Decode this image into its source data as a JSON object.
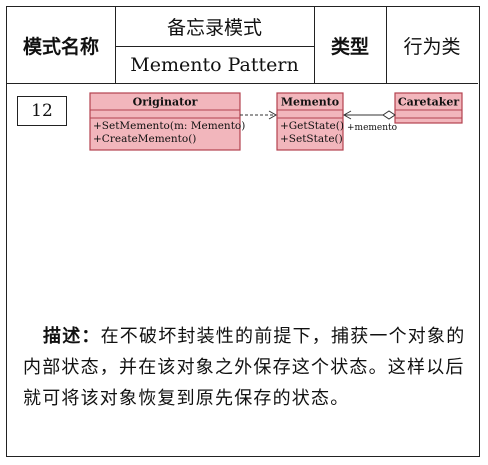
{
  "header": {
    "name_label": "模式名称",
    "pattern_cn": "备忘录模式",
    "pattern_en": "Memento Pattern",
    "type_label": "类型",
    "type_value": "行为类"
  },
  "number": "12",
  "diagram": {
    "classes": [
      {
        "id": "originator",
        "name": "Originator",
        "methods": [
          "+SetMemento(m: Memento)",
          "+CreateMemento()"
        ]
      },
      {
        "id": "memento",
        "name": "Memento",
        "methods": [
          "+GetState()",
          "+SetState()"
        ]
      },
      {
        "id": "caretaker",
        "name": "Caretaker",
        "methods": []
      }
    ],
    "association_label": "+memento",
    "colors": {
      "fill": "#f2b6bc",
      "stroke": "#b3424f",
      "line": "#333333"
    }
  },
  "description": {
    "label": "描述：",
    "text": "在不破坏封装性的前提下，捕获一个对象的内部状态，并在该对象之外保存这个状态。这样以后就可将该对象恢复到原先保存的状态。"
  }
}
